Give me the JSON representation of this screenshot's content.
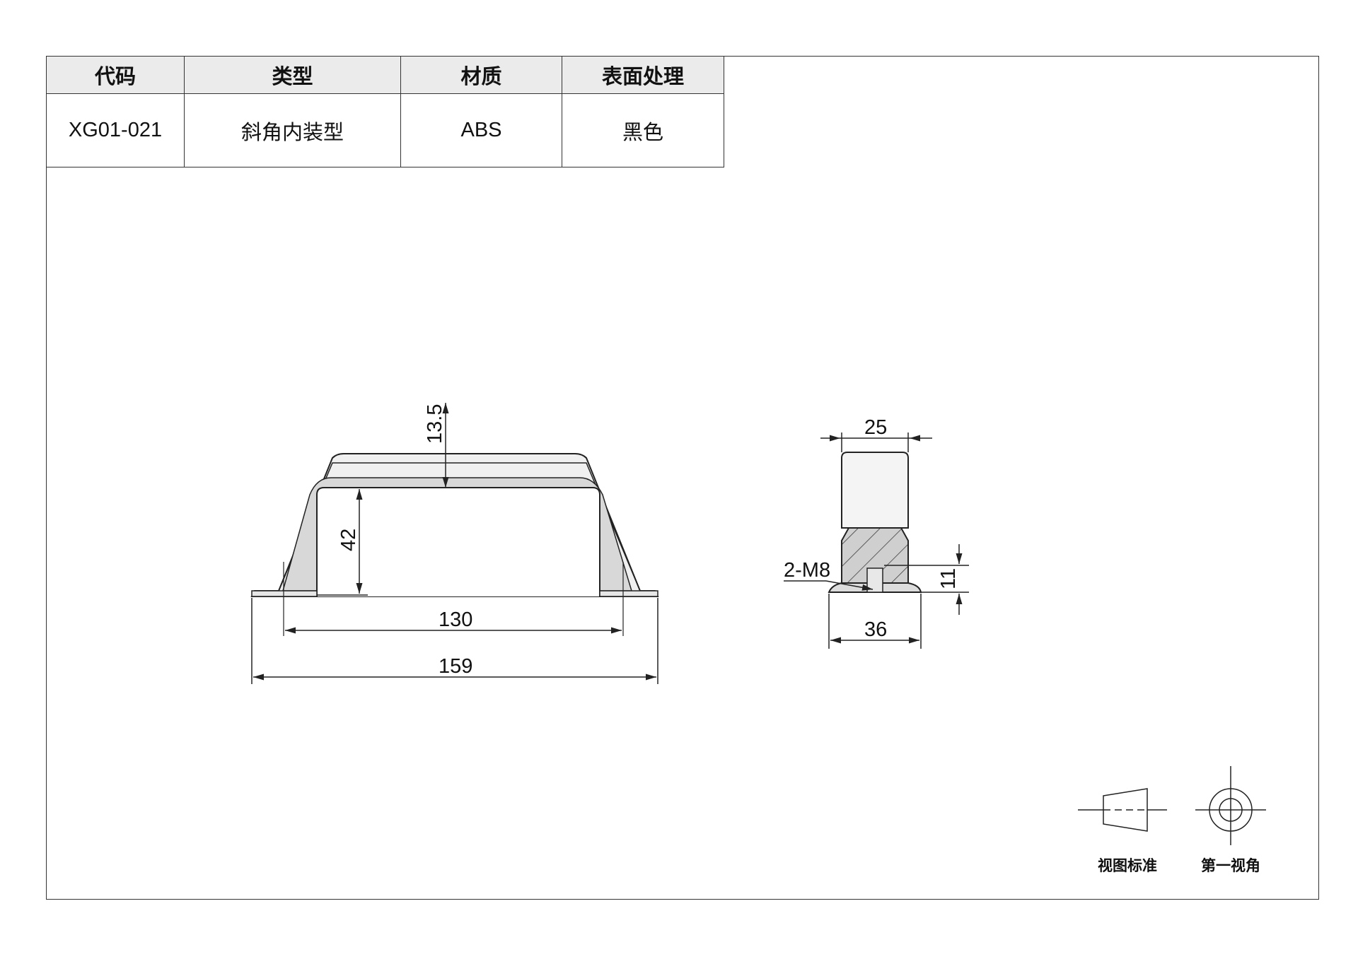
{
  "table": {
    "headers": {
      "code": "代码",
      "type": "类型",
      "material": "材质",
      "surface": "表面处理"
    },
    "row": {
      "code": "XG01-021",
      "type": "斜角内装型",
      "material": "ABS",
      "surface": "黑色"
    }
  },
  "front_view": {
    "dims": {
      "thickness": "13.5",
      "inner_height": "42",
      "hole_spacing": "130",
      "overall_length": "159"
    }
  },
  "side_view": {
    "dims": {
      "top_width": "25",
      "thread": "2-M8",
      "base_height": "11",
      "base_width": "36"
    }
  },
  "projection": {
    "standard_label": "视图标准",
    "angle_label": "第一视角"
  },
  "colors": {
    "line": "#222222",
    "fill_light": "#eeeeee",
    "fill_mid": "#d8d8d8",
    "section": "#cfcfcf"
  }
}
